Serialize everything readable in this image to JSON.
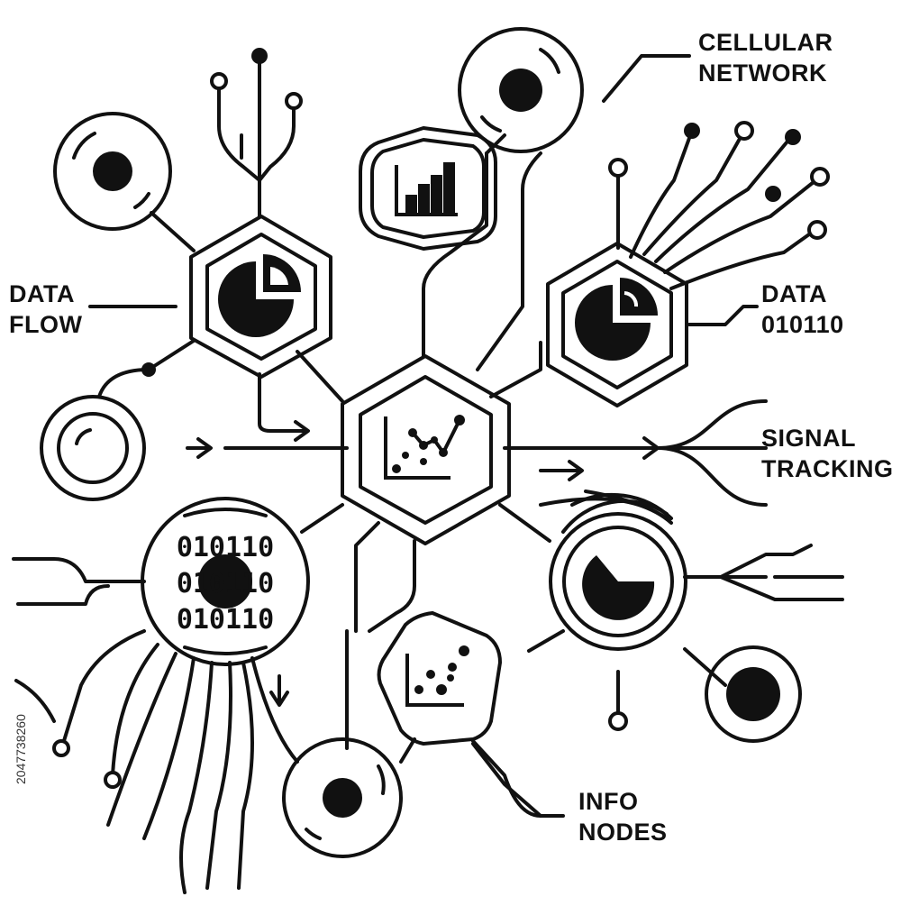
{
  "labels": {
    "cellular_network": [
      "CELLULAR",
      "NETWORK"
    ],
    "data_flow": [
      "DATA",
      "FLOW"
    ],
    "data_binary": [
      "DATA",
      "010110"
    ],
    "signal_tracking": [
      "SIGNAL",
      "TRACKING"
    ],
    "info_nodes": [
      "INFO",
      "NODES"
    ]
  },
  "binary_lines": [
    "010110",
    "010110",
    "010110"
  ],
  "stock_id": "2047738260",
  "colors": {
    "ink": "#111111",
    "background": "#ffffff"
  }
}
